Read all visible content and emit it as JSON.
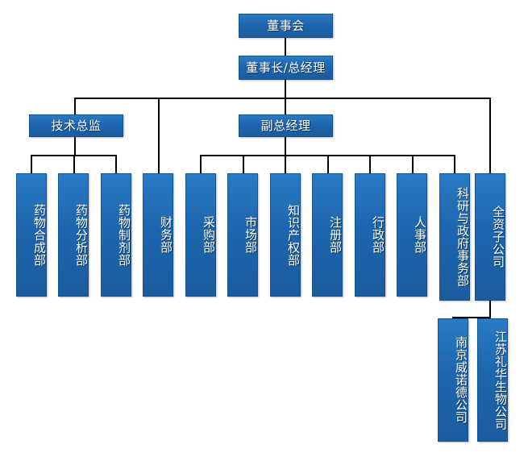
{
  "chart_title": "",
  "colors": {
    "node_fill": "#1d66ae",
    "node_fill_light": "#2a7ac4",
    "node_border": "#15538f",
    "node_text": "#ffffff",
    "connector": "#000000",
    "background": "#ffffff"
  },
  "nodes": {
    "board": {
      "label": "董事会"
    },
    "chairman": {
      "label": "董事长/总经理"
    },
    "tech_director": {
      "label": "技术总监"
    },
    "deputy_gm": {
      "label": "副总经理"
    },
    "finance": {
      "label": "财务部"
    },
    "subsidiaries": {
      "label": "全资子公司"
    }
  },
  "tech_departments": [
    {
      "label": "药物合成部"
    },
    {
      "label": "药物分析部"
    },
    {
      "label": "药物制剂部"
    }
  ],
  "deputy_departments": [
    {
      "label": "采购部"
    },
    {
      "label": "市场部"
    },
    {
      "label": "知识产权部"
    },
    {
      "label": "注册部"
    },
    {
      "label": "行政部"
    },
    {
      "label": "人事部"
    },
    {
      "label": "科研与政府事务部"
    }
  ],
  "subsidiary_companies": [
    {
      "label": "南京威诺德公司"
    },
    {
      "label": "江苏礼华生物公司"
    }
  ]
}
